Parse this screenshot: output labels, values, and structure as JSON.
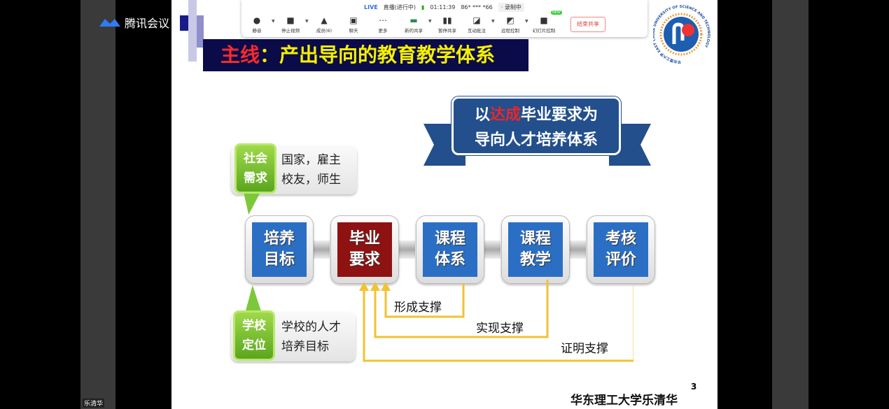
{
  "app": {
    "name": "腾讯会议",
    "participant_name": "乐清华"
  },
  "toolbar": {
    "live": "LIVE",
    "live_status": "直播(进行中)",
    "timer": "01:11:39",
    "user_id": "86* *** *66",
    "recording": "· 录制中",
    "items": [
      {
        "label": "静音",
        "icon": "mic-icon"
      },
      {
        "label": "停止视频",
        "icon": "video-icon"
      },
      {
        "label": "成员(6)",
        "icon": "members-icon"
      },
      {
        "label": "聊天",
        "icon": "chat-icon"
      },
      {
        "label": "更多",
        "icon": "more-icon"
      },
      {
        "label": "新的共享",
        "icon": "share-icon"
      },
      {
        "label": "暂停共享",
        "icon": "pause-icon"
      },
      {
        "label": "互动批注",
        "icon": "annotate-icon"
      },
      {
        "label": "远程控制",
        "icon": "remote-icon"
      },
      {
        "label": "幻灯片控制",
        "icon": "slides-icon",
        "badge": "NEW"
      }
    ],
    "end_share": "结束共享"
  },
  "slide": {
    "title_red": "主线",
    "title_rest": "：产出导向的教育教学体系",
    "banner_line1_pre": "以",
    "banner_line1_red": "达成",
    "banner_line1_post": "毕业要求为",
    "banner_line2": "导向人才培养体系",
    "top_tag": [
      "社会",
      "需求"
    ],
    "top_callout": [
      "国家，雇主",
      "校友，师生"
    ],
    "bottom_tag": [
      "学校",
      "定位"
    ],
    "bottom_callout": [
      "学校的人才",
      "培养目标"
    ],
    "nodes": [
      {
        "l1": "培养",
        "l2": "目标",
        "color": "#2a6fc4"
      },
      {
        "l1": "毕业",
        "l2": "要求",
        "color": "#8e1212"
      },
      {
        "l1": "课程",
        "l2": "体系",
        "color": "#2a6fc4"
      },
      {
        "l1": "课程",
        "l2": "教学",
        "color": "#2a6fc4"
      },
      {
        "l1": "考核",
        "l2": "评价",
        "color": "#2a6fc4"
      }
    ],
    "supports": [
      "形成支撑",
      "实现支撑",
      "证明支撑"
    ],
    "footer": "华东理工大学乐清华",
    "page_number": "3"
  },
  "university_logo_text": "华东理工大学 EAST CHINA UNIVERSITY OF SCIENCE AND TECHNOLOGY"
}
